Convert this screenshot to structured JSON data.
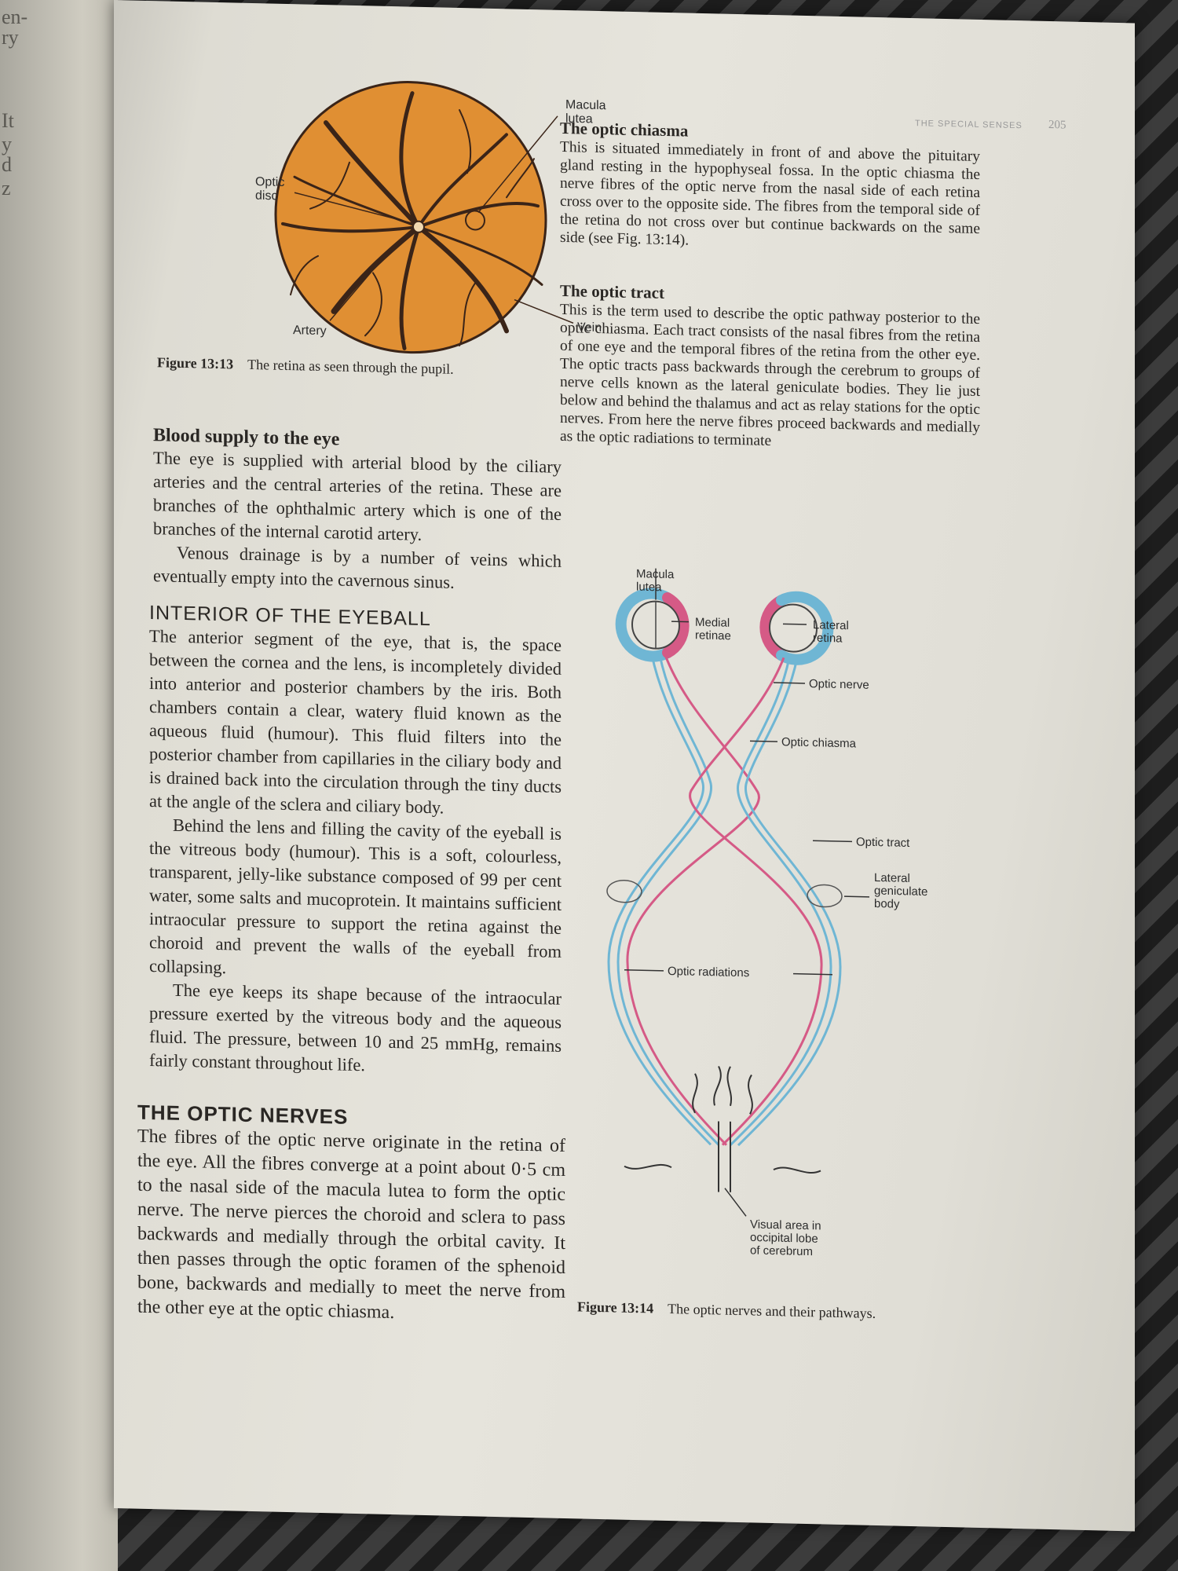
{
  "header": {
    "running_head": "THE SPECIAL SENSES",
    "page_number": "205"
  },
  "prev_page_fragments": [
    "en-",
    "ry",
    "It",
    "y",
    "d",
    "z"
  ],
  "figure_13_13": {
    "labels": {
      "macula": "Macula\nlutea",
      "optic_disc": "Optic\ndisc",
      "vein": "Vein",
      "artery": "Artery"
    },
    "caption_num": "Figure 13:13",
    "caption_text": "The retina as seen through the pupil.",
    "colors": {
      "fundus": "#e08f33",
      "vessels": "#3a2418"
    }
  },
  "figure_13_14": {
    "labels": {
      "macula": "Macula\nlutea",
      "medial": "Medial\nretinae",
      "lateral": "Lateral\nretina",
      "optic_nerve": "Optic nerve",
      "optic_chiasma": "Optic chiasma",
      "optic_tract": "Optic tract",
      "lgb": "Lateral\ngeniculate\nbody",
      "radiations": "Optic radiations",
      "visual_area": "Visual area in\noccipital lobe\nof cerebrum"
    },
    "caption_num": "Figure 13:14",
    "caption_text": "The optic nerves and their pathways.",
    "colors": {
      "lateral_fibres": "#6fb6d4",
      "nasal_fibres": "#d55a86"
    }
  },
  "blood_supply": {
    "heading": "Blood supply to the eye",
    "p1": "The eye is supplied with arterial blood by the ciliary arteries and the central arteries of the retina. These are branches of the ophthalmic artery which is one of the branches of the internal carotid artery.",
    "p2": "Venous drainage is by a number of veins which eventually empty into the cavernous sinus."
  },
  "interior": {
    "heading": "INTERIOR OF THE EYEBALL",
    "p1": "The anterior segment of the eye, that is, the space between the cornea and the lens, is incompletely divided into anterior and posterior chambers by the iris. Both chambers contain a clear, watery fluid known as the aqueous fluid (humour). This fluid filters into the posterior chamber from capillaries in the ciliary body and is drained back into the circulation through the tiny ducts at the angle of the sclera and ciliary body.",
    "p2": "Behind the lens and filling the cavity of the eyeball is the vitreous body (humour). This is a soft, colourless, transparent, jelly-like substance composed of 99 per cent water, some salts and mucoprotein. It maintains sufficient intraocular pressure to support the retina against the choroid and prevent the walls of the eyeball from collapsing.",
    "p3": "The eye keeps its shape because of the intraocular pressure exerted by the vitreous body and the aqueous fluid. The pressure, between 10 and 25 mmHg, remains fairly constant throughout life."
  },
  "optic_nerves": {
    "heading": "THE OPTIC NERVES",
    "p1": "The fibres of the optic nerve originate in the retina of the eye. All the fibres converge at a point about 0·5 cm to the nasal side of the macula lutea to form the optic nerve. The nerve pierces the choroid and sclera to pass backwards and medially through the orbital cavity. It then passes through the optic foramen of the sphenoid bone, backwards and medially to meet the nerve from the other eye at the optic chiasma."
  },
  "optic_chiasma": {
    "heading": "The optic chiasma",
    "p1": "This is situated immediately in front of and above the pituitary gland resting in the hypophyseal fossa. In the optic chiasma the nerve fibres of the optic nerve from the nasal side of each retina cross over to the opposite side. The fibres from the temporal side of the retina do not cross over but continue backwards on the same side (see Fig. 13:14)."
  },
  "optic_tract": {
    "heading": "The optic tract",
    "p1": "This is the term used to describe the optic pathway posterior to the optic chiasma. Each tract consists of the nasal fibres from the retina of one eye and the temporal fibres of the retina from the other eye. The optic tracts pass backwards through the cerebrum to groups of nerve cells known as the lateral geniculate bodies. They lie just below and behind the thalamus and act as relay stations for the optic nerves. From here the nerve fibres proceed backwards and medially as the optic radiations to terminate"
  }
}
